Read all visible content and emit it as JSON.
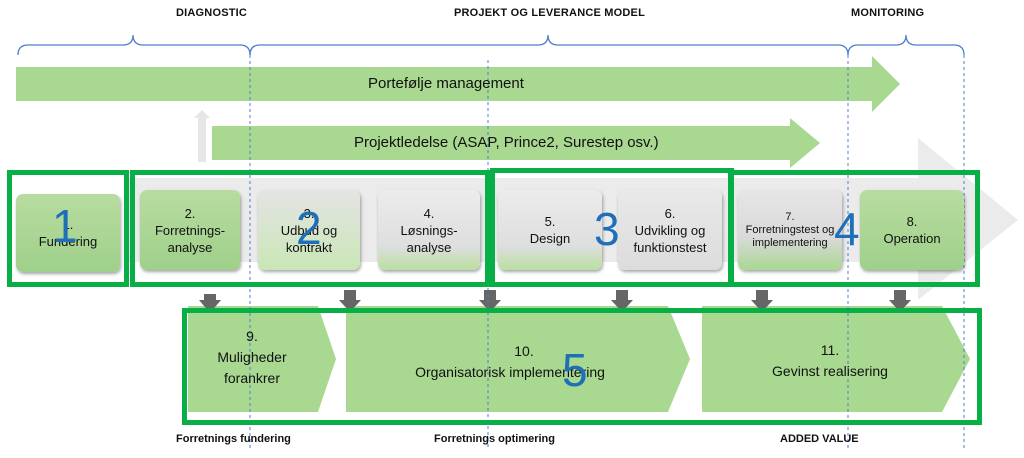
{
  "sections": {
    "diagnostic": "DIAGNOSTIC",
    "projekt": "PROJEKT OG LEVERANCE MODEL",
    "monitoring": "MONITORING"
  },
  "arrows": {
    "portfolio": "Portefølje management",
    "projekt": "Projektledelse (ASAP, Prince2, Surestep osv.)"
  },
  "phases": [
    {
      "num": "1.",
      "label": "Fundering"
    },
    {
      "num": "2.",
      "label": "Forretnings-analyse"
    },
    {
      "num": "3.",
      "label": "Udbud og kontrakt"
    },
    {
      "num": "4.",
      "label": "Løsnings-analyse"
    },
    {
      "num": "5.",
      "label": "Design"
    },
    {
      "num": "6.",
      "label": "Udvikling og funktionstest"
    },
    {
      "num": "7.",
      "label": "Forretningstest og implementering"
    },
    {
      "num": "8.",
      "label": "Operation"
    }
  ],
  "bottom": [
    {
      "num": "9.",
      "label": "Muligheder forankrer"
    },
    {
      "num": "10.",
      "label": "Organisatorisk implementering"
    },
    {
      "num": "11.",
      "label": "Gevinst realisering"
    }
  ],
  "big_numbers": [
    "1",
    "2",
    "3",
    "4",
    "5"
  ],
  "bottom_labels": {
    "fundering": "Forretnings fundering",
    "optimering": "Forretnings optimering",
    "added": "ADDED VALUE"
  },
  "colors": {
    "frame": "#08ae46",
    "bignum": "#1f6fb8",
    "arrow": "#a9d890",
    "brace": "#4a7fd0"
  }
}
